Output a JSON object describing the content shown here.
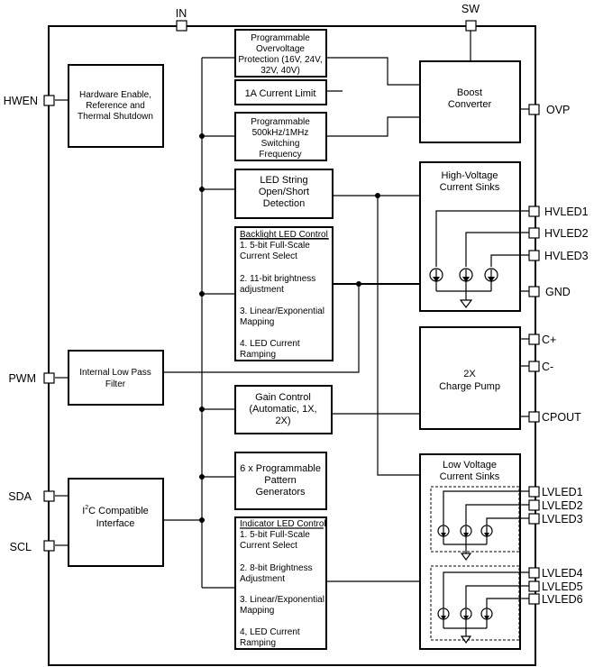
{
  "pins": {
    "in": "IN",
    "sw": "SW",
    "hwen": "HWEN",
    "pwm": "PWM",
    "sda": "SDA",
    "scl": "SCL",
    "ovp": "OVP",
    "hvled1": "HVLED1",
    "hvled2": "HVLED2",
    "hvled3": "HVLED3",
    "gnd": "GND",
    "cplus": "C+",
    "cminus": "C-",
    "cpout": "CPOUT",
    "lvled1": "LVLED1",
    "lvled2": "LVLED2",
    "lvled3": "LVLED3",
    "lvled4": "LVLED4",
    "lvled5": "LVLED5",
    "lvled6": "LVLED6"
  },
  "blocks": {
    "hw_enable": [
      "Hardware Enable,",
      "Reference and",
      "Thermal Shutdown"
    ],
    "ovp": [
      "Programmable",
      "Overvoltage",
      "Protection (16V, 24V,",
      "32V, 40V)"
    ],
    "current_limit": "1A Current Limit",
    "switching": [
      "Programmable",
      "500kHz/1MHz",
      "Switching",
      "Frequency"
    ],
    "boost": [
      "Boost",
      "Converter"
    ],
    "led_string": [
      "LED String",
      "Open/Short",
      "Detection"
    ],
    "hv_sinks": [
      "High-Voltage",
      "Current Sinks"
    ],
    "backlight_title": "Backlight LED Control",
    "backlight_items": [
      "1. 5-bit Full-Scale",
      "Current Select",
      "2. 11-bit brightness",
      "adjustment",
      "3. Linear/Exponential",
      "Mapping",
      "4. LED Current",
      "Ramping"
    ],
    "lpf": [
      "Internal Low Pass",
      "Filter"
    ],
    "gain": [
      "Gain Control",
      "(Automatic, 1X,",
      "2X)"
    ],
    "charge_pump": [
      "2X",
      "Charge Pump"
    ],
    "pattern": [
      "6 x Programmable",
      "Pattern",
      "Generators"
    ],
    "i2c_prefix": "I",
    "i2c_sup": "2",
    "i2c_line1_rest": "C Compatible",
    "i2c_line2": "Interface",
    "lv_sinks": [
      "Low Voltage",
      "Current Sinks"
    ],
    "indicator_title": "Indicator LED Control",
    "indicator_items": [
      "1. 5-bit Full-Scale",
      "Current Select",
      "2. 8-bit Brightness",
      "Adjustment",
      "3. Linear/Exponential",
      "Mapping",
      "4, LED Current",
      "Ramping"
    ]
  }
}
